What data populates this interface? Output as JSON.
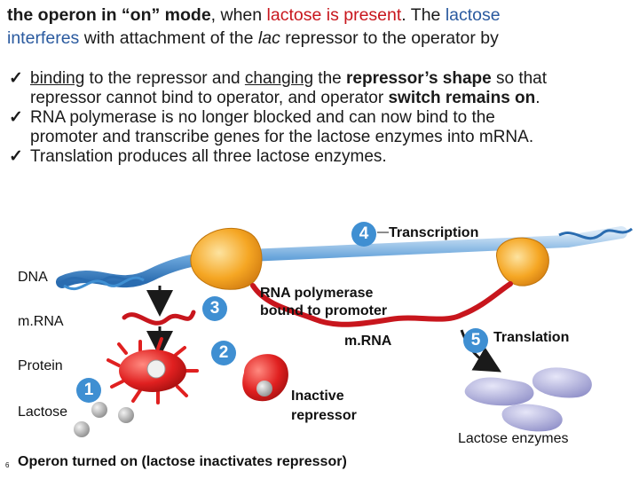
{
  "intro": {
    "l1_a": "the operon in “on” mode",
    "l1_b": ", when ",
    "l1_c": "lactose is present",
    "l1_d": ". The ",
    "l1_e": "lactose",
    "l2_a": "interferes",
    "l2_b": " with attachment of the ",
    "l2_c": "lac",
    "l2_d": " repressor to the operator by"
  },
  "bullets": {
    "b1_u1": "binding",
    "b1_t1": " to the repressor and ",
    "b1_u2": "changing",
    "b1_t2": " the ",
    "b1_b1": "repressor’s shape",
    "b1_t3": " so that",
    "b1_l2a": "repressor cannot bind to operator, and operator ",
    "b1_l2b": "switch remains on",
    "b1_l2c": ".",
    "b2_l1": "RNA polymerase is no longer blocked and can now bind to the",
    "b2_l2": "promoter and transcribe genes for the lactose enzymes into mRNA.",
    "b3_l1": "Translation produces all three lactose enzymes."
  },
  "check_mark": "✓",
  "diagram": {
    "labels": {
      "dna": "DNA",
      "mrna_left": "m.RNA",
      "protein": "Protein",
      "lactose": "Lactose",
      "transcription": "Transcription",
      "rna_pol_1": "RNA polymerase",
      "rna_pol_2": "bound to promoter",
      "mrna_mid": "m.RNA",
      "translation": "Translation",
      "inactive_1": "Inactive",
      "inactive_2": "repressor",
      "enzymes": "Lactose enzymes",
      "caption": "Operon turned on (lactose inactivates repressor)",
      "slide_num": "6"
    },
    "steps": {
      "s1": "1",
      "s2": "2",
      "s3": "3",
      "s4": "4",
      "s5": "5"
    },
    "colors": {
      "step_circle": "#3f8fd2",
      "mrna": "#c8161d",
      "polymerase": "#f5a623",
      "repressor": "#e02020",
      "enzymes": "#a9a9d8",
      "lactose": "#aaaaaa"
    }
  }
}
